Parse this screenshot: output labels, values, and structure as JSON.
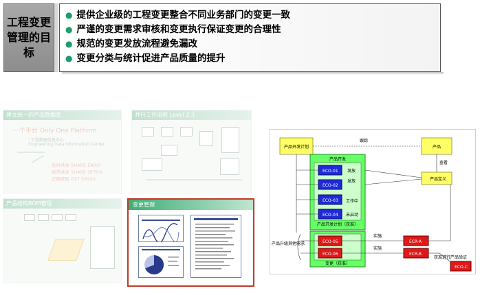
{
  "header": {
    "title": "工程变更管理的目标",
    "bullets": [
      "提供企业级的工程变更整合不同业务部门的变更一致",
      "严谨的变更需求审核和变更执行保证变更的合理性",
      "规范的变更发放流程避免漏改",
      "变更分类与统计促进产品质量的提升"
    ]
  },
  "thumbnails": {
    "t1_title": "建立统一的产品数据库",
    "t1_big1": "一个平台 Only One Platform",
    "t1_line1": "· 工程数据信息中心",
    "t1_line2": "Engineering Data Information Center",
    "t1_r1": "及时共享 SHARE EARLY",
    "t1_r2": "经常共享 SHARE OFTEN",
    "t1_r3": "正确获取 GET EASILY",
    "t2_title": "并行工作流程 Level 2.3",
    "t3_title": "产品结构BOM管理",
    "t4_title": "变更管理"
  },
  "diagram": {
    "product_plan": "产品开发计划",
    "top_link": "跟踪",
    "product": "产品",
    "product_dev": "产品开发",
    "eco": [
      "ECO-01",
      "ECO-02",
      "ECO-03",
      "ECO-04"
    ],
    "eco_status": [
      "发放",
      "发放",
      "工作中",
      "未启动"
    ],
    "plan_label": "产品开发计划（获准）",
    "inspect": "查看",
    "product_doc": "产品定义",
    "left_label": "产品升级其他需求",
    "eco_red": [
      "ECO-05",
      "ECO-06"
    ],
    "change_label": "变更（获准）",
    "implement": [
      "实施",
      "实施"
    ],
    "ecr": [
      "ECR-A",
      "ECR-B"
    ],
    "approved_label": "获准进行产品验证",
    "eco_c": "ECO-C"
  }
}
